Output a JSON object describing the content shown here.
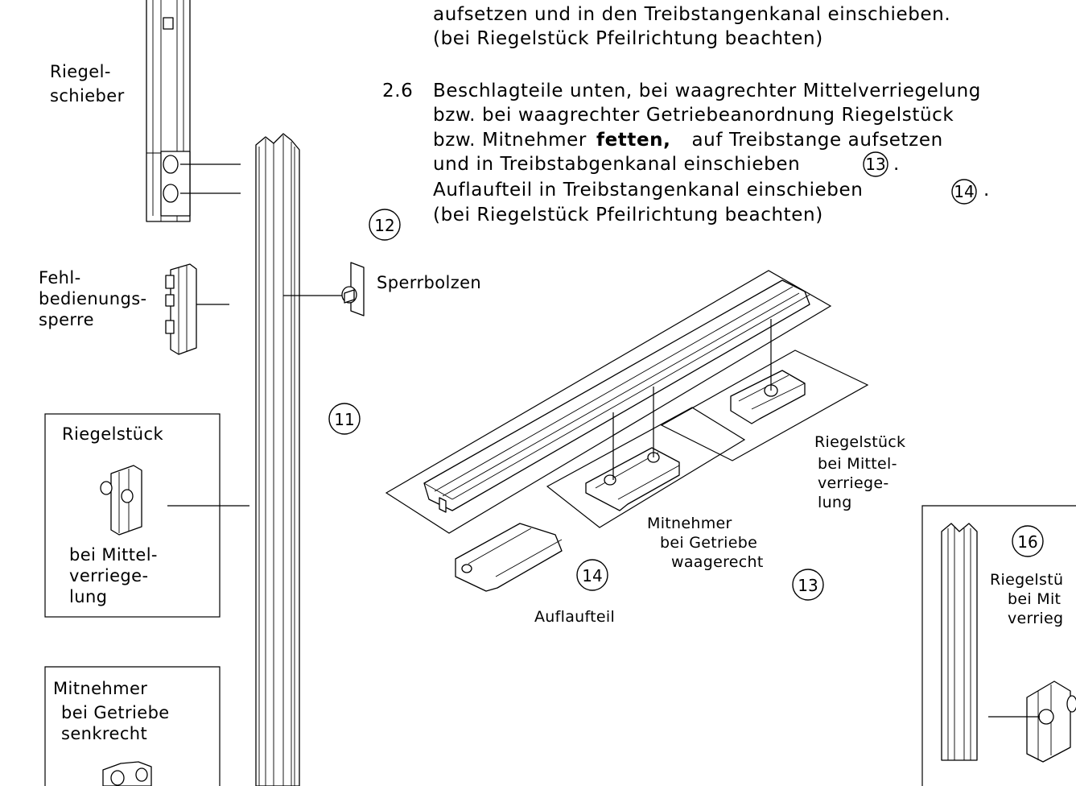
{
  "instructions": {
    "top_line_1": "aufsetzen und in den Treibstangenkanal einschieben.",
    "top_line_2": "(bei Riegelstück Pfeilrichtung beachten)",
    "step_number": "2.6",
    "step_line_1": "Beschlagteile unten, bei waagrechter Mittelverriegelung",
    "step_line_2": "bzw. bei waagrechter Getriebeanordnung Riegelstück",
    "step_line_3_pre": "bzw. Mitnehmer",
    "step_line_3_bold": "fetten,",
    "step_line_3_post": "auf Treibstange aufsetzen",
    "step_line_4": "und in Treibstabgenkanal einschieben",
    "step_line_4_ref": "13",
    "step_line_5": "Auflaufteil in Treibstangenkanal einschieben",
    "step_line_5_ref": "14",
    "step_line_6": "(bei Riegelstück Pfeilrichtung beachten)"
  },
  "labels": {
    "riegelschieber_1": "Riegel-",
    "riegelschieber_2": "schieber",
    "fehl_1": "Fehl-",
    "fehl_2": "bedienungs-",
    "fehl_3": "sperre",
    "sperrbolzen": "Sperrbolzen",
    "box_riegel_title": "Riegelstück",
    "box_riegel_l1": "bei Mittel-",
    "box_riegel_l2": "verriege-",
    "box_riegel_l3": "lung",
    "box_mitnehmer_title": "Mitnehmer",
    "box_mitnehmer_l1": "bei Getriebe",
    "box_mitnehmer_l2": "senkrecht",
    "iso_riegel_title": "Riegelstück",
    "iso_riegel_l1": "bei Mittel-",
    "iso_riegel_l2": "verriege-",
    "iso_riegel_l3": "lung",
    "iso_mitnehmer_title": "Mitnehmer",
    "iso_mitnehmer_l1": "bei Getriebe",
    "iso_mitnehmer_l2": "waagerecht",
    "auflaufteil": "Auflaufteil",
    "right_riegel_title": "Riegelstü",
    "right_riegel_l1": "bei Mit",
    "right_riegel_l2": "verrieg"
  },
  "callouts": {
    "c11": "11",
    "c12": "12",
    "c13": "13",
    "c14": "14",
    "c16": "16"
  }
}
